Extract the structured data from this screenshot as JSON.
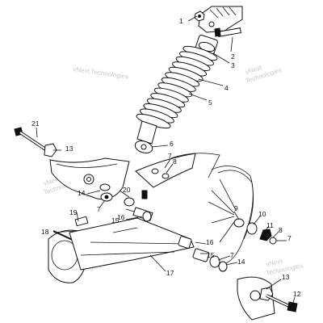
{
  "watermark": {
    "lines_a": [
      "vNext Technologies"
    ],
    "lines_b": [
      "vNext",
      "Technologies"
    ]
  },
  "callouts": [
    {
      "id": "c1",
      "text": "1"
    },
    {
      "id": "c2",
      "text": "2"
    },
    {
      "id": "c3",
      "text": "3"
    },
    {
      "id": "c4",
      "text": "4"
    },
    {
      "id": "c5",
      "text": "5"
    },
    {
      "id": "c6",
      "text": "6"
    },
    {
      "id": "c7a",
      "text": "7"
    },
    {
      "id": "c8a",
      "text": "8"
    },
    {
      "id": "c7b",
      "text": "7"
    },
    {
      "id": "c9",
      "text": "9"
    },
    {
      "id": "c10",
      "text": "10"
    },
    {
      "id": "c11",
      "text": "11"
    },
    {
      "id": "c8b",
      "text": "8"
    },
    {
      "id": "c7c",
      "text": "7"
    },
    {
      "id": "c12",
      "text": "12"
    },
    {
      "id": "c13a",
      "text": "13"
    },
    {
      "id": "c13b",
      "text": "13"
    },
    {
      "id": "c14a",
      "text": "14"
    },
    {
      "id": "c14b",
      "text": "14"
    },
    {
      "id": "c15a",
      "text": "15"
    },
    {
      "id": "c15b",
      "text": "15"
    },
    {
      "id": "c16a",
      "text": "16"
    },
    {
      "id": "c16b",
      "text": "16"
    },
    {
      "id": "c7d",
      "text": "7"
    },
    {
      "id": "c17",
      "text": "17"
    },
    {
      "id": "c18",
      "text": "18"
    },
    {
      "id": "c19",
      "text": "19"
    },
    {
      "id": "c20",
      "text": "20"
    },
    {
      "id": "c21",
      "text": "21"
    }
  ]
}
